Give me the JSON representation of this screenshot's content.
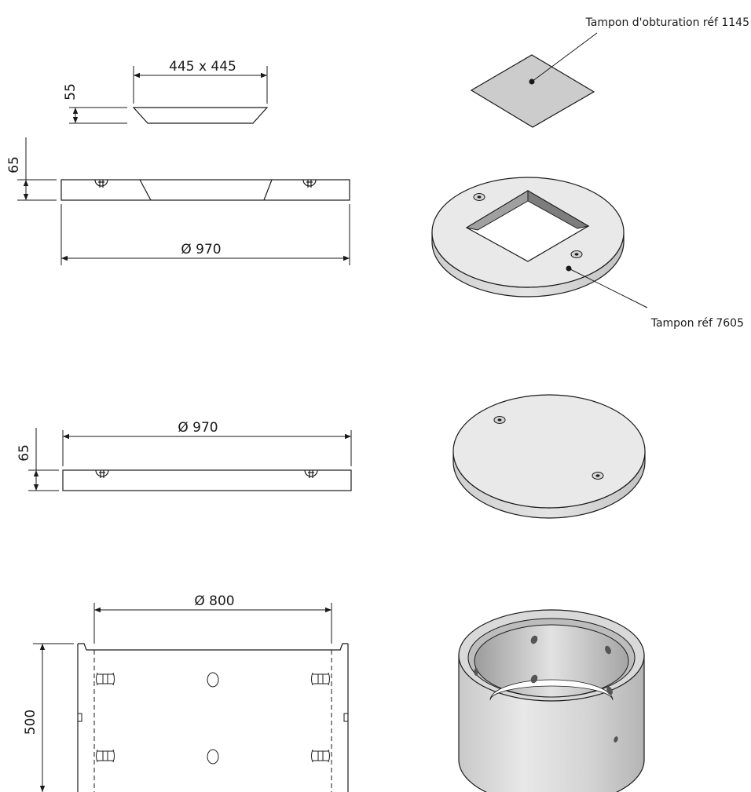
{
  "labels": {
    "cover_plug_callout": "Tampon d'obturation réf 1145",
    "slab_callout": "Tampon réf 7605"
  },
  "dimensions": {
    "plug_width": "445 x 445",
    "plug_height": "55",
    "slab_height": "65",
    "slab_diameter": "Ø 970",
    "plate_height": "65",
    "plate_diameter": "Ø 970",
    "ring_diameter": "Ø 800",
    "ring_height": "500"
  },
  "colors": {
    "line": "#1a1a1a",
    "concrete_light": "#e6e6e6",
    "concrete_mid": "#cfcfcf",
    "concrete_dark": "#a9a9a9",
    "plug_fill": "#cccccc"
  }
}
